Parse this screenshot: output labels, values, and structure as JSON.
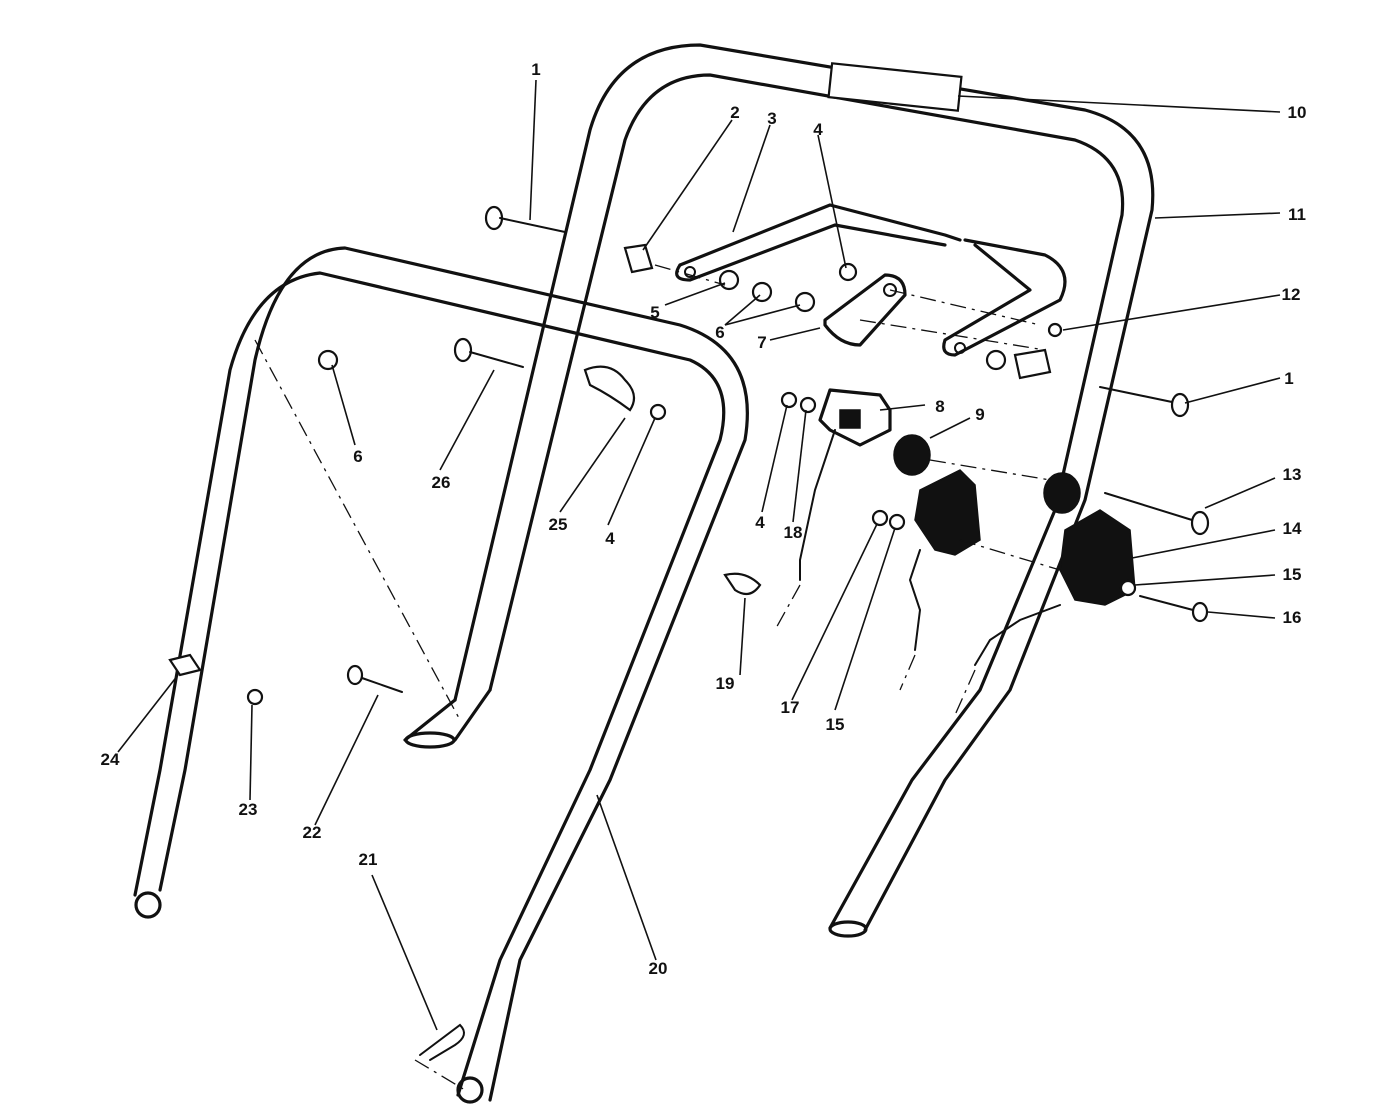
{
  "diagram": {
    "callouts": [
      {
        "id": "1",
        "text": "1"
      },
      {
        "id": "2",
        "text": "2"
      },
      {
        "id": "3",
        "text": "3"
      },
      {
        "id": "4",
        "text": "4"
      },
      {
        "id": "10",
        "text": "10"
      },
      {
        "id": "11",
        "text": "11"
      },
      {
        "id": "12",
        "text": "12"
      },
      {
        "id": "5",
        "text": "5"
      },
      {
        "id": "6",
        "text": "6"
      },
      {
        "id": "7",
        "text": "7"
      },
      {
        "id": "8",
        "text": "8"
      },
      {
        "id": "9",
        "text": "9"
      },
      {
        "id": "1b",
        "text": "1"
      },
      {
        "id": "6b",
        "text": "6"
      },
      {
        "id": "26",
        "text": "26"
      },
      {
        "id": "25",
        "text": "25"
      },
      {
        "id": "4b",
        "text": "4"
      },
      {
        "id": "4c",
        "text": "4"
      },
      {
        "id": "18",
        "text": "18"
      },
      {
        "id": "13",
        "text": "13"
      },
      {
        "id": "14",
        "text": "14"
      },
      {
        "id": "15",
        "text": "15"
      },
      {
        "id": "16",
        "text": "16"
      },
      {
        "id": "19",
        "text": "19"
      },
      {
        "id": "17",
        "text": "17"
      },
      {
        "id": "15b",
        "text": "15"
      },
      {
        "id": "24",
        "text": "24"
      },
      {
        "id": "23",
        "text": "23"
      },
      {
        "id": "22",
        "text": "22"
      },
      {
        "id": "21",
        "text": "21"
      },
      {
        "id": "20",
        "text": "20"
      }
    ]
  }
}
